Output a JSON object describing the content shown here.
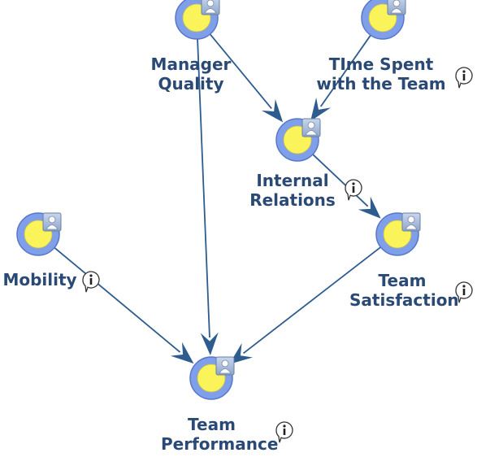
{
  "diagram": {
    "nodes": [
      {
        "id": "manager-quality",
        "label": "Manager\nQuality",
        "has_info": false
      },
      {
        "id": "time-spent",
        "label": "TIme Spent\nwith the Team",
        "has_info": true
      },
      {
        "id": "internal-relations",
        "label": "Internal\nRelations",
        "has_info": true
      },
      {
        "id": "team-satisfaction",
        "label": "Team\nSatisfaction",
        "has_info": true
      },
      {
        "id": "mobility",
        "label": "Mobility",
        "has_info": true
      },
      {
        "id": "team-performance",
        "label": "Team\nPerformance",
        "has_info": true
      }
    ],
    "edges": [
      {
        "from": "manager-quality",
        "to": "internal-relations"
      },
      {
        "from": "manager-quality",
        "to": "team-performance"
      },
      {
        "from": "time-spent",
        "to": "internal-relations"
      },
      {
        "from": "internal-relations",
        "to": "team-satisfaction"
      },
      {
        "from": "mobility",
        "to": "team-performance"
      },
      {
        "from": "team-satisfaction",
        "to": "team-performance"
      }
    ],
    "colors": {
      "node_fill": "#fbf35a",
      "node_ring": "#7f9fea",
      "node_ring_stroke": "#5877c6",
      "edge": "#2e5c8e",
      "label": "#2a4a75"
    },
    "icons": {
      "node_badge": "person-icon",
      "info": "info-bubble-icon"
    }
  }
}
